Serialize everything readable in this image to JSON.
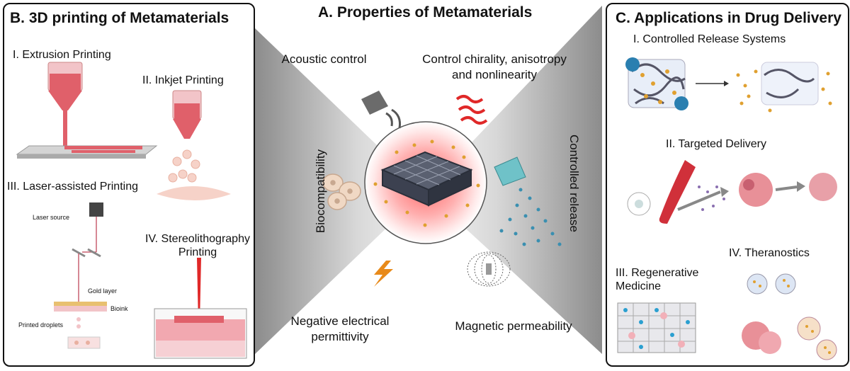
{
  "center": {
    "title": "A. Properties of Metamaterials",
    "properties": {
      "acoustic": "Acoustic control",
      "chirality": "Control chirality, anisotropy and nonlinearity",
      "biocompat": "Biocompatibility",
      "controlled": "Controlled release",
      "negative": "Negative electrical permittivity",
      "magnetic": "Magnetic permeability"
    }
  },
  "left_panel": {
    "title": "B. 3D printing of Metamaterials",
    "extrusion": "I. Extrusion Printing",
    "inkjet": "II. Inkjet Printing",
    "laser": "III. Laser-assisted Printing",
    "stereo": "IV. Stereolithography Printing",
    "laser_source": "Laser source",
    "gold_layer": "Gold layer",
    "bioink": "Bioink",
    "printed_droplets": "Printed droplets"
  },
  "right_panel": {
    "title": "C. Applications in Drug Delivery",
    "controlled": "I. Controlled Release Systems",
    "targeted": "II. Targeted Delivery",
    "regenerative": "III. Regenerative Medicine",
    "theranostics": "IV. Theranostics"
  },
  "colors": {
    "ink_pink": "#e0606a",
    "drug_dot": "#e0a030",
    "cyan_dot": "#3a8fb0",
    "panel_border": "#111111"
  }
}
